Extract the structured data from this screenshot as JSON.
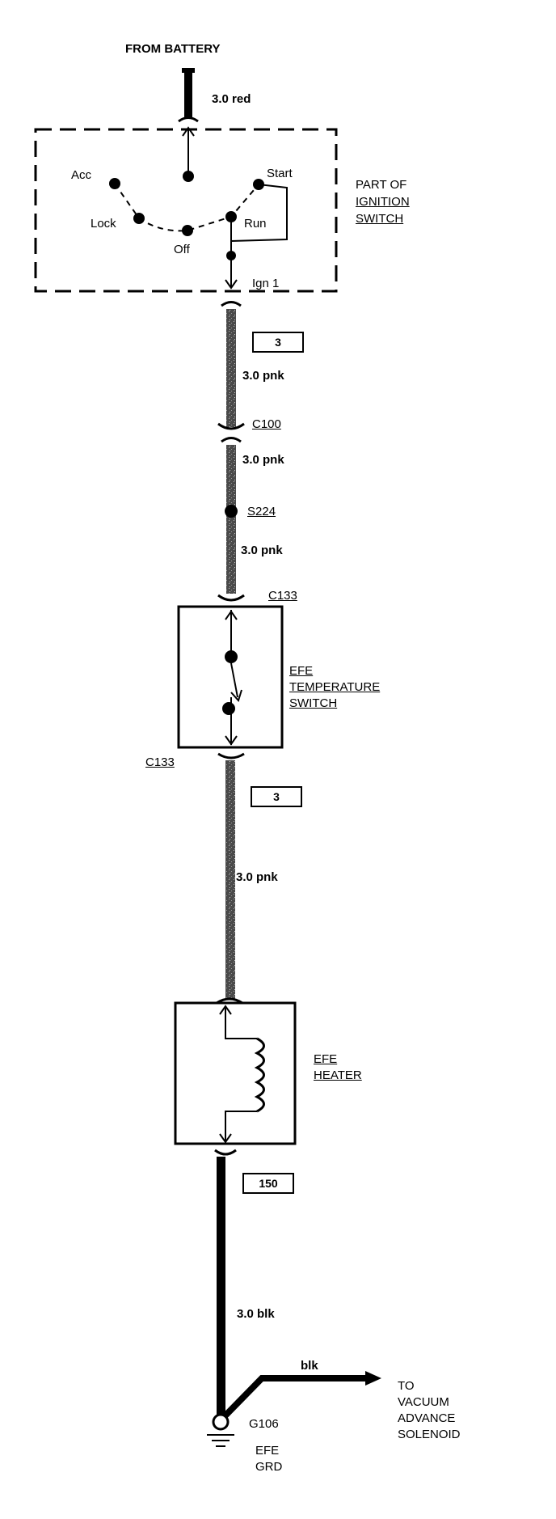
{
  "source": "FROM BATTERY",
  "top_wire": "3.0 red",
  "ignition_switch": {
    "title_lines": [
      "PART OF",
      "IGNITION",
      "SWITCH"
    ],
    "positions": [
      "Acc",
      "Lock",
      "Off",
      "Run",
      "Start"
    ],
    "output": "Ign 1"
  },
  "circuit_1": "3",
  "wire_pnk_1": "3.0 pnk",
  "c100": "C100",
  "wire_pnk_2": "3.0 pnk",
  "s224": "S224",
  "wire_pnk_3": "3.0 pnk",
  "c133_top": "C133",
  "temp_switch_lines": [
    "EFE",
    "TEMPERATURE",
    "SWITCH"
  ],
  "c133_bottom": "C133",
  "circuit_2": "3",
  "wire_pnk_4": "3.0 pnk",
  "heater_lines": [
    "EFE",
    "HEATER"
  ],
  "circuit_3": "150",
  "wire_blk_main": "3.0 blk",
  "wire_blk_branch": "blk",
  "destination_lines": [
    "TO",
    "VACUUM",
    "ADVANCE",
    "SOLENOID"
  ],
  "ground_id": "G106",
  "ground_lines": [
    "EFE",
    "GRD"
  ]
}
